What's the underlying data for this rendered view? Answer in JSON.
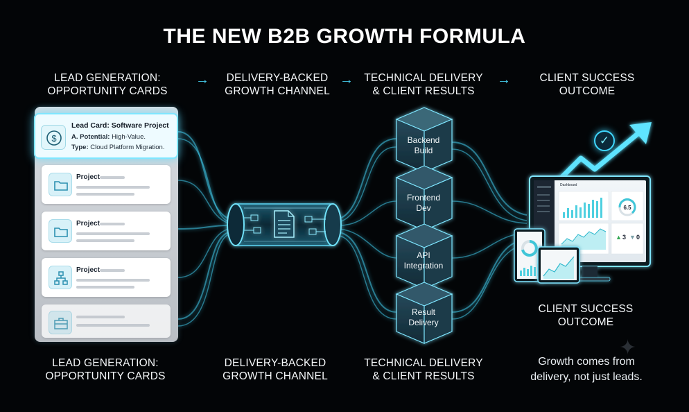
{
  "title": "THE NEW B2B GROWTH FORMULA",
  "stages_top": [
    {
      "line1": "LEAD GENERATION:",
      "line2": "OPPORTUNITY CARDS"
    },
    {
      "line1": "DELIVERY-BACKED",
      "line2": "GROWTH CHANNEL"
    },
    {
      "line1": "TECHNICAL DELIVERY",
      "line2": "& CLIENT RESULTS"
    },
    {
      "line1": "CLIENT SUCCESS",
      "line2": "OUTCOME"
    }
  ],
  "arrow_glyph": "→",
  "lead_card": {
    "title": "Lead Card: Software Project",
    "potential_label": "A. Potential:",
    "potential_value": "High-Value.",
    "type_label": "Type:",
    "type_value": "Cloud Platform Migration."
  },
  "project_cards": [
    {
      "label": "Project",
      "icon": "folder-icon"
    },
    {
      "label": "Project",
      "icon": "folder-icon"
    },
    {
      "label": "Project",
      "icon": "hierarchy-icon"
    },
    {
      "label": "",
      "icon": "briefcase-icon"
    }
  ],
  "delivery_stack": [
    {
      "line1": "Backend",
      "line2": "Build"
    },
    {
      "line1": "Frontend",
      "line2": "Dev"
    },
    {
      "line1": "API",
      "line2": "Integration"
    },
    {
      "line1": "Result",
      "line2": "Delivery"
    }
  ],
  "outcome_label": {
    "line1": "CLIENT SUCCESS",
    "line2": "OUTCOME"
  },
  "dashboard": {
    "title": "Dashboard",
    "gauge_value": "6.5",
    "thumbs_up": "3",
    "thumbs_down": "0"
  },
  "stages_bottom": [
    {
      "line1": "LEAD GENERATION:",
      "line2": "OPPORTUNITY CARDS"
    },
    {
      "line1": "DELIVERY-BACKED",
      "line2": "GROWTH CHANNEL"
    },
    {
      "line1": "TECHNICAL DELIVERY",
      "line2": "& CLIENT RESULTS"
    }
  ],
  "tagline": {
    "line1": "Growth comes from",
    "line2": "delivery, not just leads."
  },
  "colors": {
    "accent": "#3fd7ff",
    "background": "#030507",
    "glow": "#7fe6ff"
  }
}
